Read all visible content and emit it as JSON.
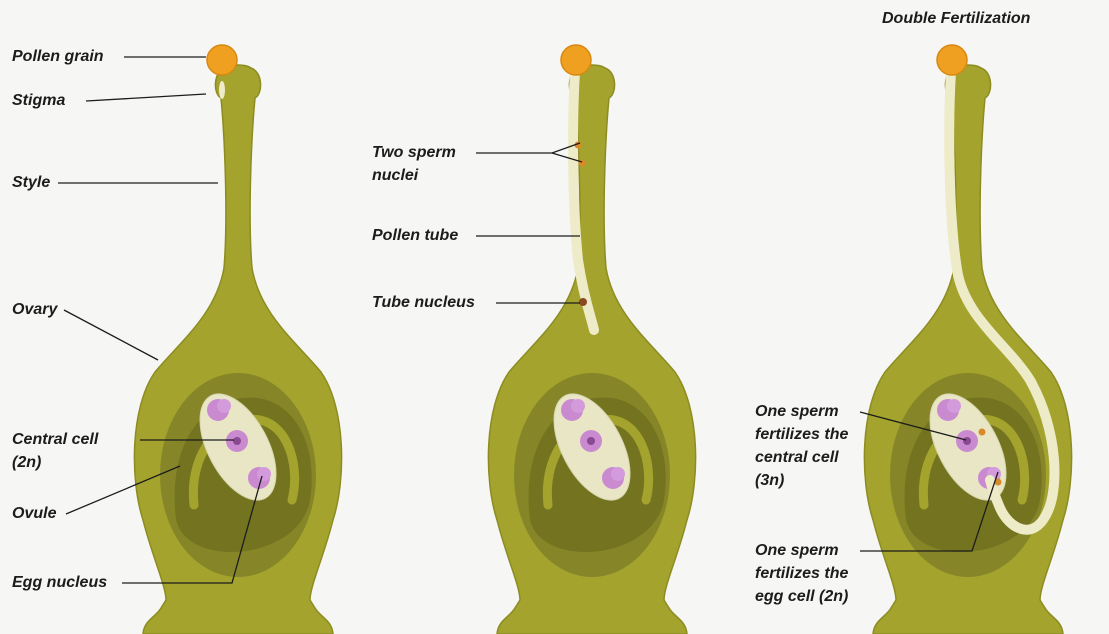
{
  "title": "Double Fertilization",
  "colors": {
    "pistil": "#a3a32e",
    "pistil_edge": "#8c8c22",
    "ovule_dark": "#747420",
    "chamber": "#868628",
    "sac": "#e8e6c4",
    "nucleus": "#c98ad0",
    "nucleus_core": "#8a4a92",
    "pollen": "#f0a021",
    "tube": "#eeebc8",
    "sperm": "#d98a2a",
    "background": "#f6f6f4"
  },
  "panel1": {
    "labels": {
      "pollen_grain": "Pollen grain",
      "stigma": "Stigma",
      "style": "Style",
      "ovary": "Ovary",
      "central_cell_line1": "Central cell",
      "central_cell_line2": "(2n)",
      "ovule": "Ovule",
      "egg_nucleus": "Egg nucleus"
    }
  },
  "panel2": {
    "labels": {
      "two_sperm_line1": "Two sperm",
      "two_sperm_line2": "nuclei",
      "pollen_tube": "Pollen tube",
      "tube_nucleus": "Tube nucleus"
    }
  },
  "panel3": {
    "labels": {
      "central_line1": "One sperm",
      "central_line2": "fertilizes the",
      "central_line3": "central cell",
      "central_line4": "(3n)",
      "egg_line1": "One sperm",
      "egg_line2": "fertilizes the",
      "egg_line3": "egg cell (2n)"
    }
  }
}
